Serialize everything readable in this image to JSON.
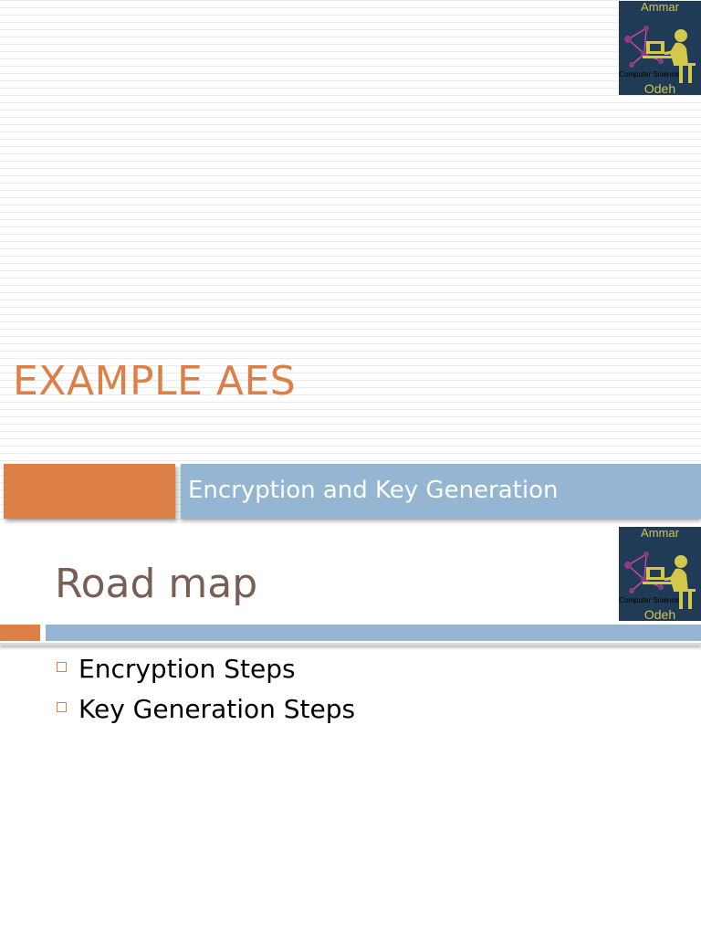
{
  "slides": [
    {
      "title": "EXAMPLE AES",
      "subtitle": "Encryption and Key Generation",
      "logo": {
        "top_text": "Ammar",
        "middle_text": "Computer Science",
        "bottom_text": "Odeh"
      }
    },
    {
      "title": "Road map",
      "bullets": [
        "Encryption Steps",
        "Key Generation Steps"
      ],
      "logo": {
        "top_text": "Ammar",
        "middle_text": "Computer Science",
        "bottom_text": "Odeh"
      }
    }
  ],
  "colors": {
    "accent_orange": "#dd8047",
    "accent_blue": "#94b6d2",
    "title2_brown": "#775f55",
    "logo_background": "#1f3b55",
    "logo_text": "#d4c84a"
  },
  "icons": {
    "bullet": "hollow-square-icon",
    "logo": "person-at-computer-icon"
  }
}
